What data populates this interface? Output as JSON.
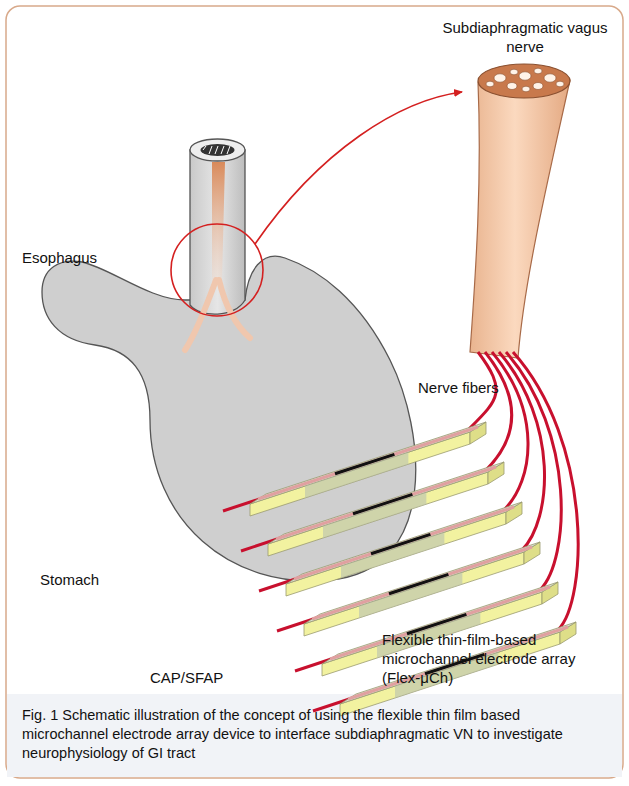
{
  "diagram": {
    "caption": "Fig. 1 Schematic illustration of the concept of using the flexible thin film based microchannel electrode array device to interface subdiaphragmatic VN to investigate neurophysiology of GI tract",
    "labels": [
      "Subdiaphragmatic vagus nerve",
      "Esophagus",
      "Nerve fibers",
      "Stomach",
      "CAP/SFAP",
      "Flexible thin-film-based microchannel electrode array (Flex-μCh)"
    ]
  }
}
